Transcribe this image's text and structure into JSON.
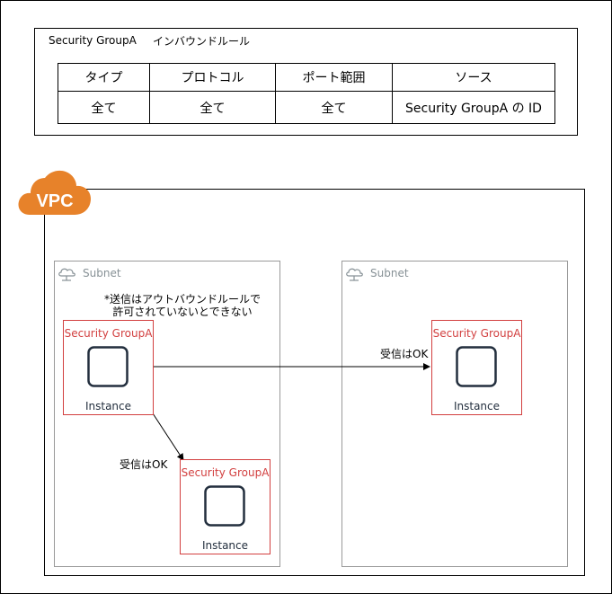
{
  "rules_panel": {
    "title": "Security GroupA",
    "subtitle": "インバウンドルール",
    "headers": [
      "タイプ",
      "プロトコル",
      "ポート範囲",
      "ソース"
    ],
    "row": [
      "全て",
      "全て",
      "全て",
      "Security GroupA の ID"
    ]
  },
  "vpc": {
    "label": "VPC",
    "badge_color": "#e7822a"
  },
  "subnets": [
    {
      "label": "Subnet"
    },
    {
      "label": "Subnet"
    }
  ],
  "security_groups": [
    {
      "label": "Security GroupA",
      "instance_label": "Instance"
    },
    {
      "label": "Security GroupA",
      "instance_label": "Instance"
    },
    {
      "label": "Security GroupA",
      "instance_label": "Instance"
    }
  ],
  "notes": {
    "outbound_line1": "*送信はアウトバウンドルールで",
    "outbound_line2": "許可されていないとできない",
    "receive_ok_right": "受信はOK",
    "receive_ok_bottom": "受信はOK"
  },
  "colors": {
    "security_group": "#d23f3f",
    "subnet_text": "#879196"
  }
}
